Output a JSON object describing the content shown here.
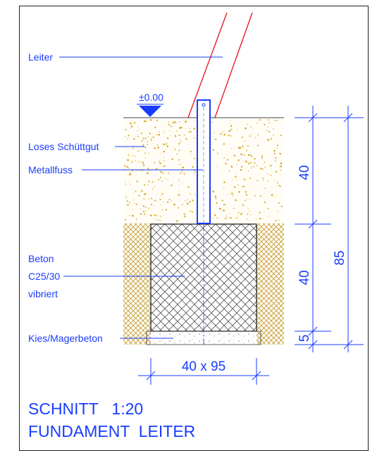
{
  "labels": {
    "leiter": "Leiter",
    "level": "±0.00",
    "schuettgut": "Loses Schüttgut",
    "metallfuss": "Metallfuss",
    "beton_line1": "Beton",
    "beton_line2": "C25/30",
    "beton_line3": "vibriert",
    "kies": "Kies/Magerbeton"
  },
  "dimensions": {
    "upper": "40",
    "lower": "40",
    "base": "5",
    "total": "85",
    "footprint": "40 x 95"
  },
  "title": {
    "line1": "SCHNITT   1:20",
    "line2": "FUNDAMENT  LEITER"
  },
  "colors": {
    "annotation": "#1a3cff",
    "ladder": "#e8101a",
    "soil": "#d4a21c",
    "hatch": "#c49a2a",
    "concrete_hatch": "#555555",
    "frame": "#222222"
  }
}
